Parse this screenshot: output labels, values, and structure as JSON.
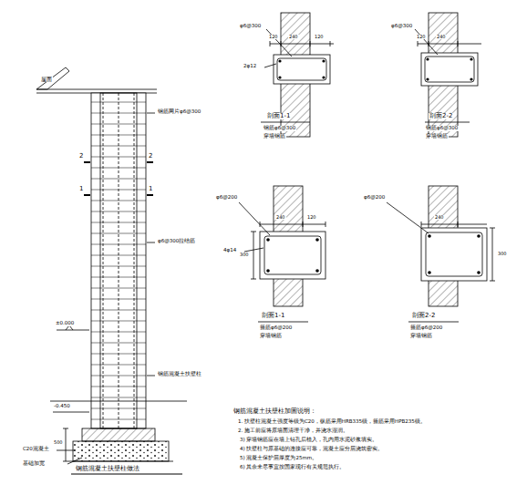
{
  "diagram": {
    "labels": [
      "屋面",
      "2",
      "2",
      "1",
      "1",
      "±0.000",
      "钢筋网片φ6@300",
      "φ6@300拉结筋",
      "钢筋混凝土扶壁柱",
      "-0.450",
      "500",
      "C20混凝土",
      "基础加宽",
      "钢筋混凝土扶壁柱做法",
      "φ6@300",
      "2φ12",
      "120",
      "240",
      "120",
      "剖面1-1",
      "钢筋φ6@300",
      "穿墙钢筋",
      "φ6@300",
      "120",
      "240",
      "剖面2-2",
      "钢筋φ6@300",
      "穿墙钢筋",
      "φ6@200",
      "4φ14",
      "240",
      "120",
      "300",
      "剖面1-1",
      "箍筋φ6@200",
      "穿墙钢筋",
      "φ6@200",
      "240",
      "300",
      "剖面2-2",
      "箍筋φ6@200",
      "穿墙钢筋",
      "钢筋混凝土扶壁柱加固说明：",
      "1. 扶壁柱混凝土强度等级为C20，纵筋采用HRB335级，箍筋采用HPB235级。",
      "2. 施工前应将原墙面清理干净，并浇水湿润。",
      "3) 穿墙钢筋应在墙上钻孔后植入，孔内用水泥砂浆填实。",
      "4) 扶壁柱与原基础的连接应可靠，混凝土应分层浇筑密实。",
      "5) 混凝土保护层厚度为25mm。",
      "6) 其余未尽事宜按国家现行有关规范执行。"
    ]
  }
}
